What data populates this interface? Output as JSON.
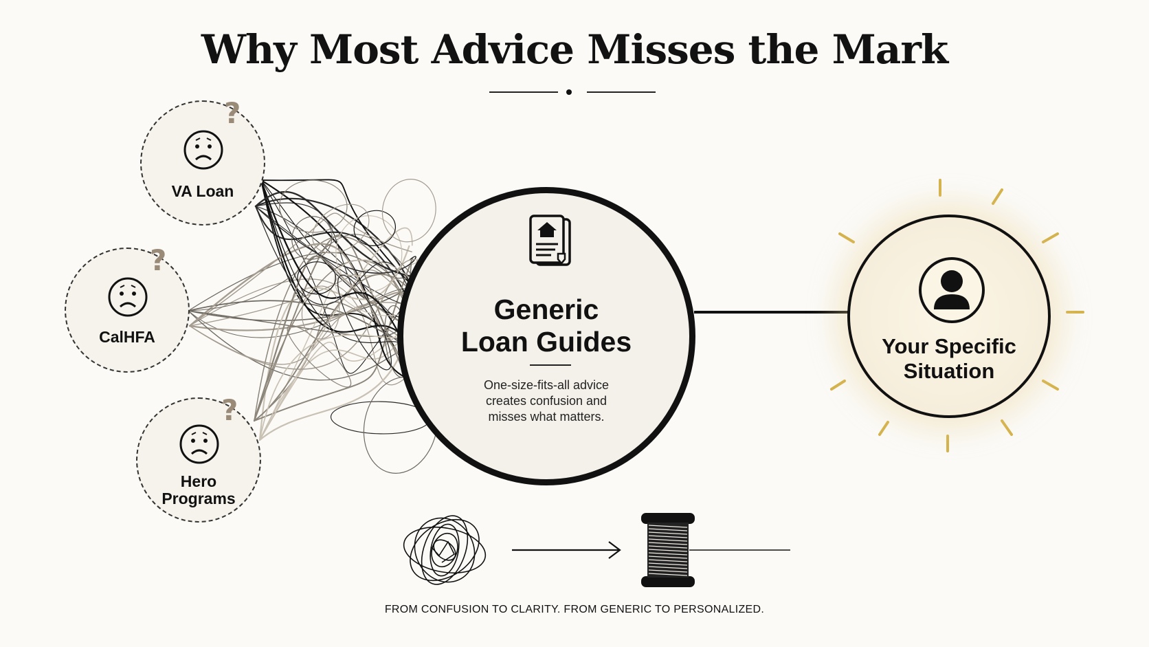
{
  "title": "Why Most Advice Misses the Mark",
  "left_bubbles": [
    {
      "label": "VA Loan",
      "icon": "sad-face-icon",
      "mark": "?"
    },
    {
      "label": "CalHFA",
      "icon": "sad-face-icon",
      "mark": "?"
    },
    {
      "label": "Hero\nPrograms",
      "icon": "sad-face-icon",
      "mark": "?"
    }
  ],
  "center": {
    "icon": "house-document-icon",
    "title": "Generic\nLoan Guides",
    "description": "One-size-fits-all advice\ncreates confusion and\nmisses what matters."
  },
  "target": {
    "icon": "person-icon",
    "title": "Your Specific\nSituation",
    "accent_color": "#d4b24c"
  },
  "bottom": {
    "from_icon": "tangled-thread-icon",
    "to_icon": "thread-spool-icon",
    "tagline": "FROM CONFUSION TO CLARITY. FROM GENERIC TO PERSONALIZED."
  }
}
